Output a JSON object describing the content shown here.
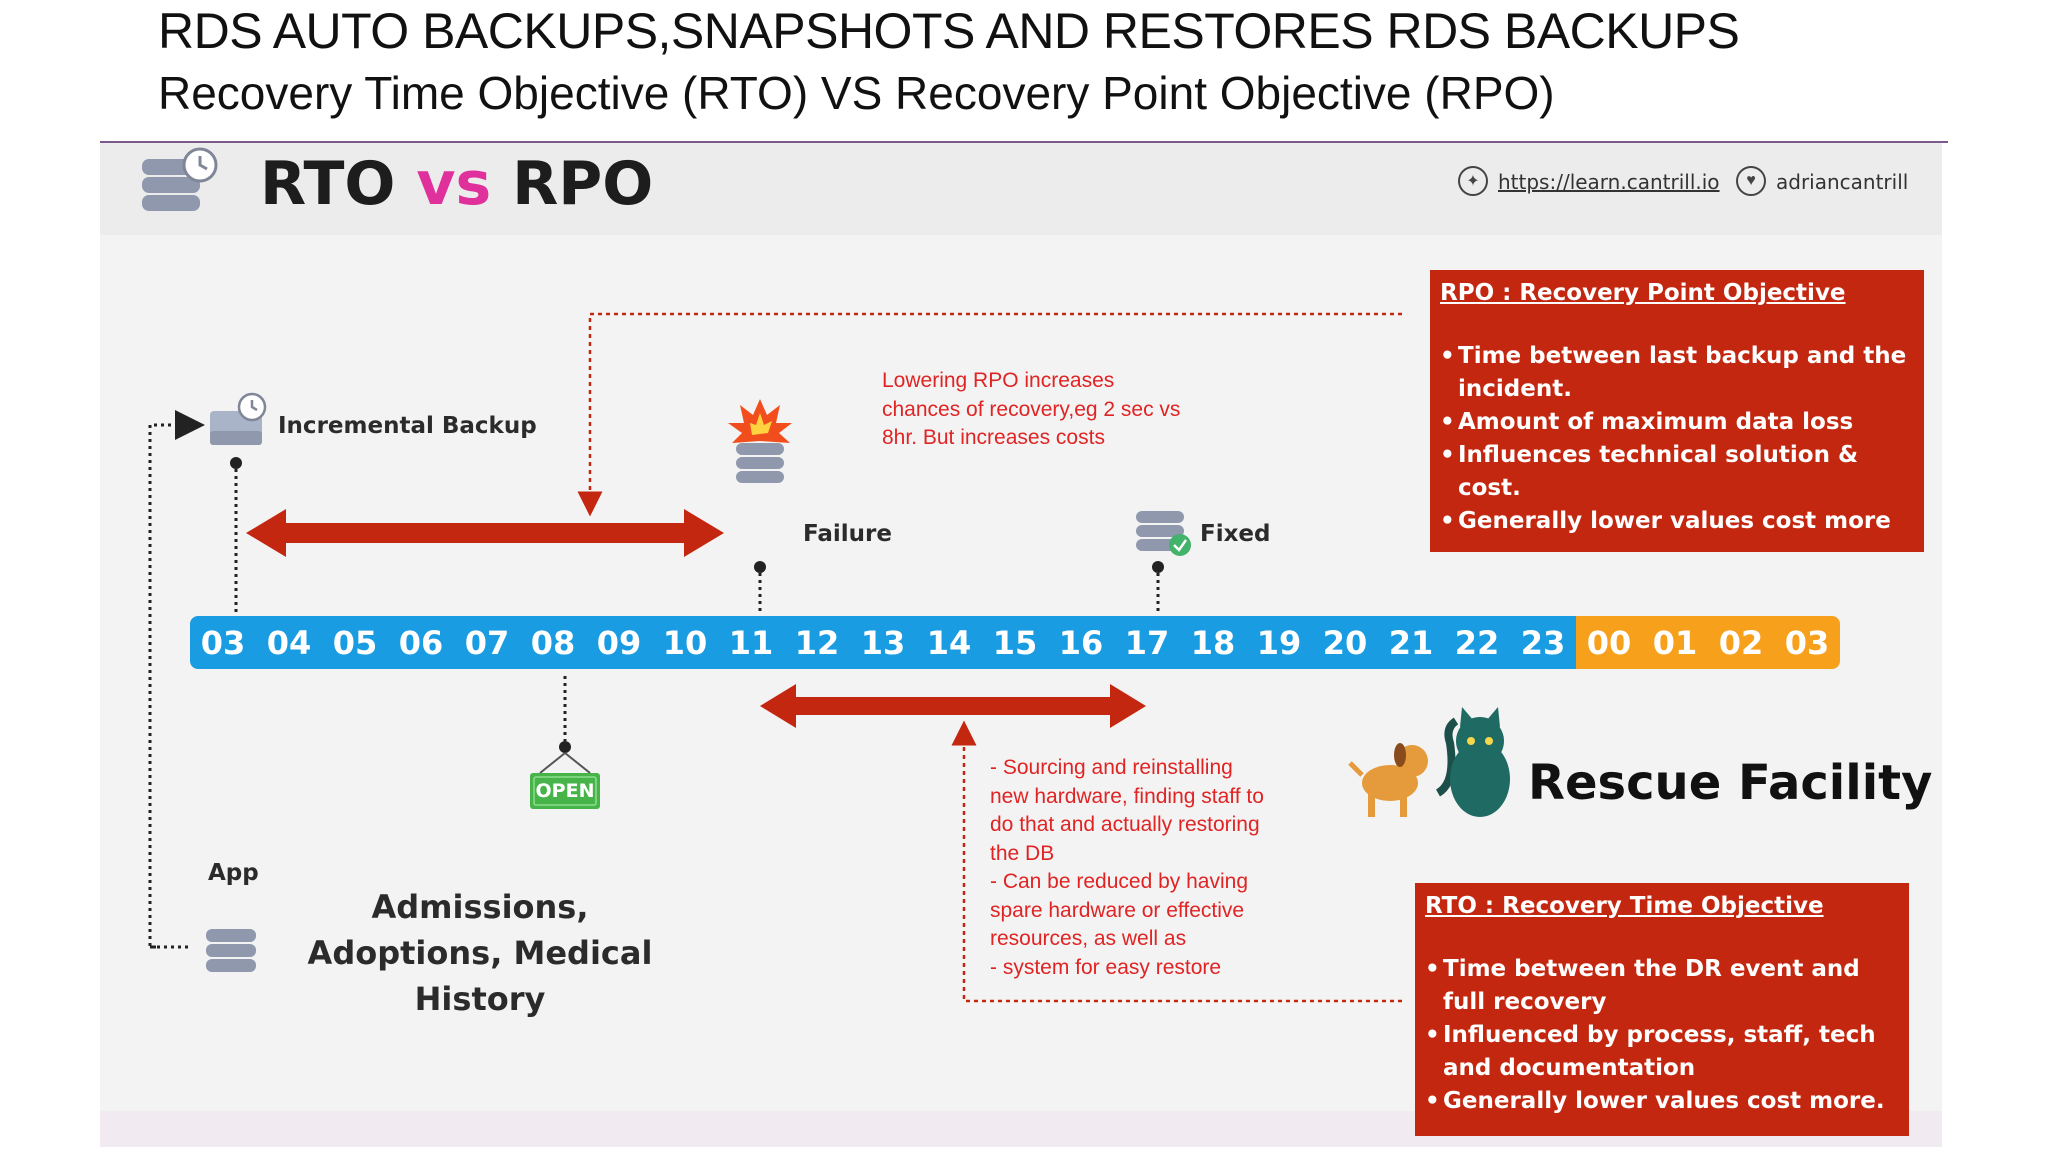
{
  "slide": {
    "title": "RDS AUTO BACKUPS,SNAPSHOTS AND RESTORES RDS BACKUPS",
    "subtitle": "Recovery Time Objective (RTO) VS Recovery Point Objective (RPO)"
  },
  "header": {
    "title_left": "RTO",
    "title_vs": "vs",
    "title_right": "RPO",
    "link_url": "https://learn.cantrill.io",
    "twitter_handle": "adriancantrill"
  },
  "rpo_box": {
    "title": "RPO : Recovery Point Objective",
    "bullets": [
      "Time between last backup and the incident.",
      "Amount of maximum data loss",
      "Influences technical solution & cost.",
      "Generally lower values cost more"
    ]
  },
  "rto_box": {
    "title": "RTO : Recovery Time Objective",
    "bullets": [
      "Time between the DR event and full recovery",
      "Influenced by process, staff, tech and documentation",
      "Generally lower values cost more."
    ]
  },
  "notes": {
    "rpo_note": [
      "Lowering RPO increases",
      "chances of recovery,eg 2 sec vs",
      "8hr. But increases costs"
    ],
    "rto_note": [
      "- Sourcing and reinstalling",
      "new hardware, finding staff to",
      "do that and actually restoring",
      "the DB",
      "- Can be reduced by having",
      "spare hardware or effective",
      "resources, as well as",
      "- system for easy restore"
    ]
  },
  "labels": {
    "incremental_backup": "Incremental Backup",
    "failure": "Failure",
    "fixed": "Fixed",
    "app": "App",
    "open_sign": "OPEN",
    "rescue_facility": "Rescue Facility",
    "admissions": [
      "Admissions,",
      "Adoptions, Medical",
      "History"
    ]
  },
  "timeline": {
    "day_hours": [
      "03",
      "04",
      "05",
      "06",
      "07",
      "08",
      "09",
      "10",
      "11",
      "12",
      "13",
      "14",
      "15",
      "16",
      "17",
      "18",
      "19",
      "20",
      "21",
      "22",
      "23"
    ],
    "next_day_hours": [
      "00",
      "01",
      "02",
      "03"
    ]
  },
  "colors": {
    "timeline_blue": "#1a9ce3",
    "timeline_orange": "#f7a01c",
    "box_red": "#c42710",
    "arrow_red": "#c42710",
    "note_red": "#e02424",
    "vs_pink": "#e0309b"
  },
  "icons": {
    "header_db": "database-clock-icon",
    "backup": "hard-drive-clock-icon",
    "failure": "database-explosion-icon",
    "fixed": "database-check-icon",
    "app": "database-icon",
    "link": "compass-icon",
    "twitter": "twitter-icon",
    "rescue": "dog-cat-icon"
  }
}
